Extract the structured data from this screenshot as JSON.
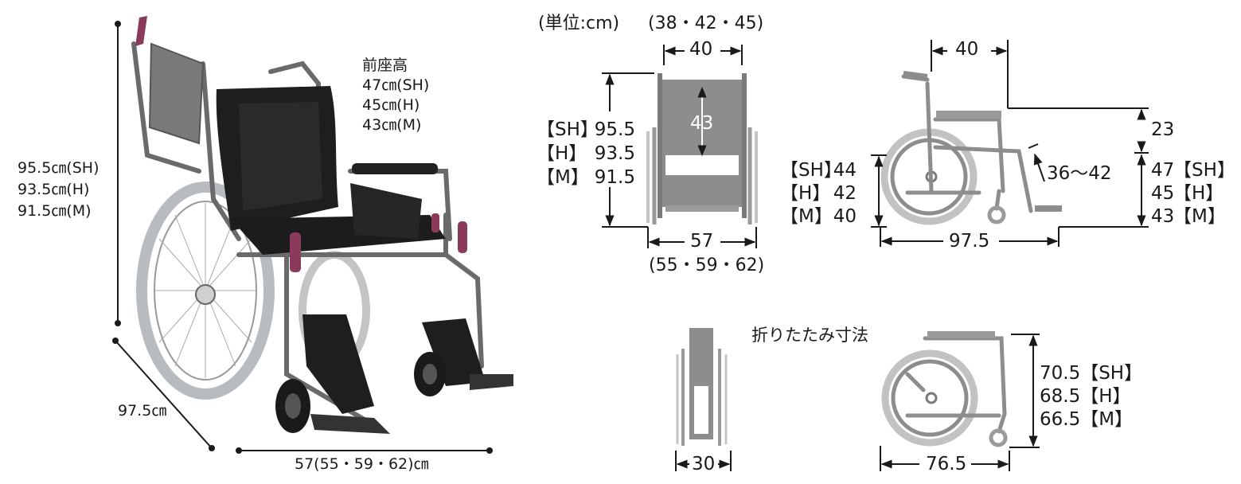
{
  "photo_panel": {
    "height_lines": [
      "95.5㎝(SH)",
      "93.5㎝(H)",
      "91.5㎝(M)"
    ],
    "depth": "97.5㎝",
    "width": "57(55・59・62)㎝",
    "front_seat_height": [
      "前座高",
      "47㎝(SH)",
      "45㎝(H)",
      "43㎝(M)"
    ]
  },
  "front_view": {
    "unit": "(単位:cm)",
    "seat_width_options": "(38・42・45)",
    "seat_width": "40",
    "backrest_height": "43",
    "total_height_labels": [
      "【SH】",
      "【H】",
      "【M】"
    ],
    "total_height_values": [
      "95.5",
      "93.5",
      "91.5"
    ],
    "total_width": "57",
    "total_width_options": "(55・59・62)"
  },
  "side_view": {
    "seat_depth": "40",
    "armrest_height": "23",
    "legrest_length": "36～42",
    "rear_seat_labels": [
      "【SH】",
      "【H】",
      "【M】"
    ],
    "rear_seat_values": [
      "44",
      "42",
      "40"
    ],
    "front_seat_values": [
      "47",
      "45",
      "43"
    ],
    "front_seat_labels": [
      "【SH】",
      "【H】",
      "【M】"
    ],
    "total_length": "97.5"
  },
  "folded": {
    "title": "折りたたみ寸法",
    "folded_width": "30",
    "folded_heights": [
      "70.5【SH】",
      "68.5【H】",
      "66.5【M】"
    ],
    "folded_length": "76.5"
  },
  "colors": {
    "frame": "#8a8a8a",
    "dimension_line": "#1a1a1a",
    "grip_accent": "#8a3a5a",
    "seat": "#1e1e1e"
  }
}
